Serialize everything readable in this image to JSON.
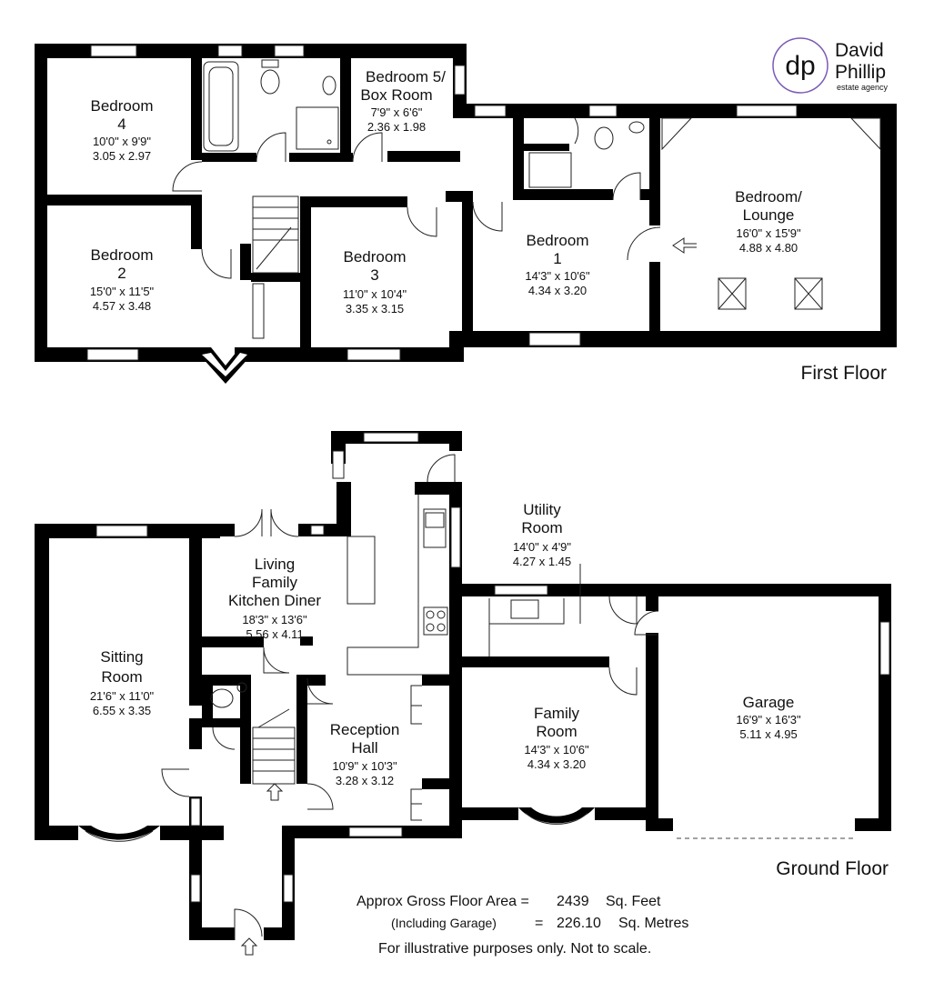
{
  "logo": {
    "monogram": "dp",
    "line1": "David",
    "line2": "Phillip",
    "tagline": "estate agency",
    "accent": "#7b5bb5"
  },
  "floors": {
    "first": "First Floor",
    "ground": "Ground Floor"
  },
  "rooms": {
    "bedroom4": {
      "name1": "Bedroom",
      "name2": "4",
      "imperial": "10'0\" x 9'9\"",
      "metric": "3.05 x 2.97"
    },
    "bedroom5": {
      "name1": "Bedroom 5/",
      "name2": "Box Room",
      "imperial": "7'9\" x 6'6\"",
      "metric": "2.36 x 1.98"
    },
    "bedroom2": {
      "name1": "Bedroom",
      "name2": "2",
      "imperial": "15'0\" x 11'5\"",
      "metric": "4.57 x 3.48"
    },
    "bedroom3": {
      "name1": "Bedroom",
      "name2": "3",
      "imperial": "11'0\" x 10'4\"",
      "metric": "3.35 x 3.15"
    },
    "bedroom1": {
      "name1": "Bedroom",
      "name2": "1",
      "imperial": "14'3\" x 10'6\"",
      "metric": "4.34 x 3.20"
    },
    "lounge": {
      "name1": "Bedroom/",
      "name2": "Lounge",
      "imperial": "16'0\" x 15'9\"",
      "metric": "4.88 x 4.80"
    },
    "kitchen": {
      "name1": "Living",
      "name2": "Family",
      "name3": "Kitchen Diner",
      "imperial": "18'3\" x 13'6\"",
      "metric": "5.56 x 4.11"
    },
    "utility": {
      "name1": "Utility",
      "name2": "Room",
      "imperial": "14'0\" x  4'9\"",
      "metric": "4.27 x 1.45"
    },
    "sitting": {
      "name1": "Sitting",
      "name2": "Room",
      "imperial": "21'6\" x 11'0\"",
      "metric": "6.55 x 3.35"
    },
    "garage": {
      "name1": "Garage",
      "imperial": "16'9\" x 16'3\"",
      "metric": "5.11 x 4.95"
    },
    "reception": {
      "name1": "Reception",
      "name2": "Hall",
      "imperial": "10'9\" x 10'3\"",
      "metric": "3.28 x 3.12"
    },
    "family": {
      "name1": "Family",
      "name2": "Room",
      "imperial": "14'3\" x 10'6\"",
      "metric": "4.34 x 3.20"
    }
  },
  "area": {
    "label": "Approx Gross Floor Area  =",
    "sqft_value": "2439",
    "sqft_unit": "Sq. Feet",
    "garage_note": "(Including Garage)",
    "equals": "=",
    "sqm_value": "226.10",
    "sqm_unit": "Sq. Metres",
    "disclaimer": "For illustrative purposes only. Not to scale."
  }
}
